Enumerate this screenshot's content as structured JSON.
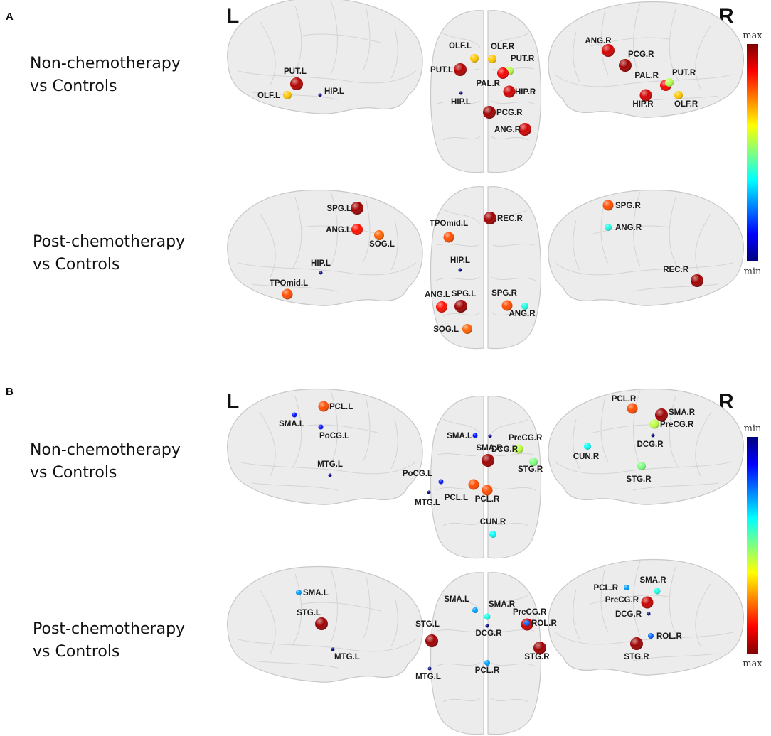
{
  "panels": [
    {
      "label": "A",
      "hemi_left": "L",
      "hemi_right": "R",
      "colorbar": {
        "top": "max",
        "bottom": "min"
      },
      "rows": [
        {
          "label_lines": [
            "Non-chemotherapy",
            "vs Controls"
          ],
          "lateral_left": [
            {
              "label": "PUT.L",
              "value": 0.95,
              "size": 9
            },
            {
              "label": "OLF.L",
              "value": 0.68,
              "size": 6
            },
            {
              "label": "HIP.L",
              "value": 0.0,
              "size": 2.5
            }
          ],
          "axial": [
            {
              "label": "OLF.L",
              "value": 0.68,
              "size": 6
            },
            {
              "label": "OLF.R",
              "value": 0.68,
              "size": 6
            },
            {
              "label": "PUT.L",
              "value": 0.95,
              "size": 9
            },
            {
              "label": "PUT.R",
              "value": 0.55,
              "size": 6
            },
            {
              "label": "PAL.R",
              "value": 0.88,
              "size": 8
            },
            {
              "label": "HIP.L",
              "value": 0.0,
              "size": 2.5
            },
            {
              "label": "HIP.R",
              "value": 0.92,
              "size": 8.5
            },
            {
              "label": "PCG.R",
              "value": 0.97,
              "size": 9
            },
            {
              "label": "ANG.R",
              "value": 0.92,
              "size": 9
            }
          ],
          "lateral_right": [
            {
              "label": "ANG.R",
              "value": 0.92,
              "size": 9
            },
            {
              "label": "PCG.R",
              "value": 0.97,
              "size": 9
            },
            {
              "label": "PAL.R",
              "value": 0.88,
              "size": 8
            },
            {
              "label": "PUT.R",
              "value": 0.55,
              "size": 6
            },
            {
              "label": "HIP.R",
              "value": 0.92,
              "size": 8.5
            },
            {
              "label": "OLF.R",
              "value": 0.68,
              "size": 6
            }
          ]
        },
        {
          "label_lines": [
            "Post-chemotherapy",
            "vs Controls"
          ],
          "lateral_left": [
            {
              "label": "SPG.L",
              "value": 0.97,
              "size": 9
            },
            {
              "label": "ANG.L",
              "value": 0.86,
              "size": 8
            },
            {
              "label": "SOG.L",
              "value": 0.78,
              "size": 7
            },
            {
              "label": "HIP.L",
              "value": 0.0,
              "size": 2.5
            },
            {
              "label": "TPOmid.L",
              "value": 0.8,
              "size": 7.5
            }
          ],
          "axial": [
            {
              "label": "REC.R",
              "value": 0.97,
              "size": 9
            },
            {
              "label": "TPOmid.L",
              "value": 0.8,
              "size": 7.5
            },
            {
              "label": "HIP.L",
              "value": 0.0,
              "size": 2.5
            },
            {
              "label": "ANG.L",
              "value": 0.86,
              "size": 8
            },
            {
              "label": "SPG.L",
              "value": 0.97,
              "size": 9
            },
            {
              "label": "SPG.R",
              "value": 0.8,
              "size": 7.5
            },
            {
              "label": "ANG.R",
              "value": 0.4,
              "size": 5
            },
            {
              "label": "SOG.L",
              "value": 0.78,
              "size": 7
            }
          ],
          "lateral_right": [
            {
              "label": "SPG.R",
              "value": 0.8,
              "size": 7.5
            },
            {
              "label": "ANG.R",
              "value": 0.4,
              "size": 5
            },
            {
              "label": "REC.R",
              "value": 0.97,
              "size": 9
            }
          ]
        }
      ]
    },
    {
      "label": "B",
      "hemi_left": "L",
      "hemi_right": "R",
      "colorbar": {
        "top": "min",
        "bottom": "max"
      },
      "rows": [
        {
          "label_lines": [
            "Non-chemotherapy",
            "vs Controls"
          ],
          "lateral_left": [
            {
              "label": "PCL.L",
              "value": 0.8,
              "size": 7.5
            },
            {
              "label": "SMA.L",
              "value": 0.14,
              "size": 3.5
            },
            {
              "label": "PoCG.L",
              "value": 0.14,
              "size": 3.5
            },
            {
              "label": "MTG.L",
              "value": 0.0,
              "size": 2.5
            }
          ],
          "axial": [
            {
              "label": "SMA.L",
              "value": 0.14,
              "size": 3.5
            },
            {
              "label": "SMA.R",
              "value": 0.97,
              "size": 9
            },
            {
              "label": "PreCG.R",
              "value": 0.56,
              "size": 6.5
            },
            {
              "label": "DCG.R",
              "value": 0.0,
              "size": 2.5
            },
            {
              "label": "PoCG.L",
              "value": 0.14,
              "size": 3.5
            },
            {
              "label": "PCL.L",
              "value": 0.8,
              "size": 7.5
            },
            {
              "label": "PCL.R",
              "value": 0.8,
              "size": 7.5
            },
            {
              "label": "STG.R",
              "value": 0.5,
              "size": 6
            },
            {
              "label": "MTG.L",
              "value": 0.0,
              "size": 2.5
            },
            {
              "label": "CUN.R",
              "value": 0.38,
              "size": 5
            }
          ],
          "lateral_right": [
            {
              "label": "PCL.R",
              "value": 0.8,
              "size": 7.5
            },
            {
              "label": "SMA.R",
              "value": 0.97,
              "size": 9
            },
            {
              "label": "PreCG.R",
              "value": 0.56,
              "size": 6.5
            },
            {
              "label": "DCG.R",
              "value": 0.0,
              "size": 2.5
            },
            {
              "label": "CUN.R",
              "value": 0.38,
              "size": 5
            },
            {
              "label": "STG.R",
              "value": 0.5,
              "size": 6
            }
          ]
        },
        {
          "label_lines": [
            "Post-chemotherapy",
            "vs Controls"
          ],
          "lateral_left": [
            {
              "label": "SMA.L",
              "value": 0.28,
              "size": 4
            },
            {
              "label": "STG.L",
              "value": 0.97,
              "size": 9
            },
            {
              "label": "MTG.L",
              "value": 0.0,
              "size": 2.5
            }
          ],
          "axial": [
            {
              "label": "SMA.L",
              "value": 0.28,
              "size": 4
            },
            {
              "label": "SMA.R",
              "value": 0.4,
              "size": 4.5
            },
            {
              "label": "PreCG.R",
              "value": 0.93,
              "size": 8.5
            },
            {
              "label": "ROL.R",
              "value": 0.22,
              "size": 4
            },
            {
              "label": "DCG.R",
              "value": 0.0,
              "size": 2.5
            },
            {
              "label": "STG.L",
              "value": 0.97,
              "size": 9
            },
            {
              "label": "STG.R",
              "value": 0.97,
              "size": 9
            },
            {
              "label": "PCL.R",
              "value": 0.28,
              "size": 4
            },
            {
              "label": "MTG.L",
              "value": 0.0,
              "size": 2.5
            }
          ],
          "lateral_right": [
            {
              "label": "PCL.R",
              "value": 0.28,
              "size": 4
            },
            {
              "label": "SMA.R",
              "value": 0.4,
              "size": 4.5
            },
            {
              "label": "PreCG.R",
              "value": 0.93,
              "size": 8.5
            },
            {
              "label": "DCG.R",
              "value": 0.0,
              "size": 2.5
            },
            {
              "label": "ROL.R",
              "value": 0.22,
              "size": 4
            },
            {
              "label": "STG.R",
              "value": 0.97,
              "size": 9
            }
          ]
        }
      ]
    }
  ]
}
